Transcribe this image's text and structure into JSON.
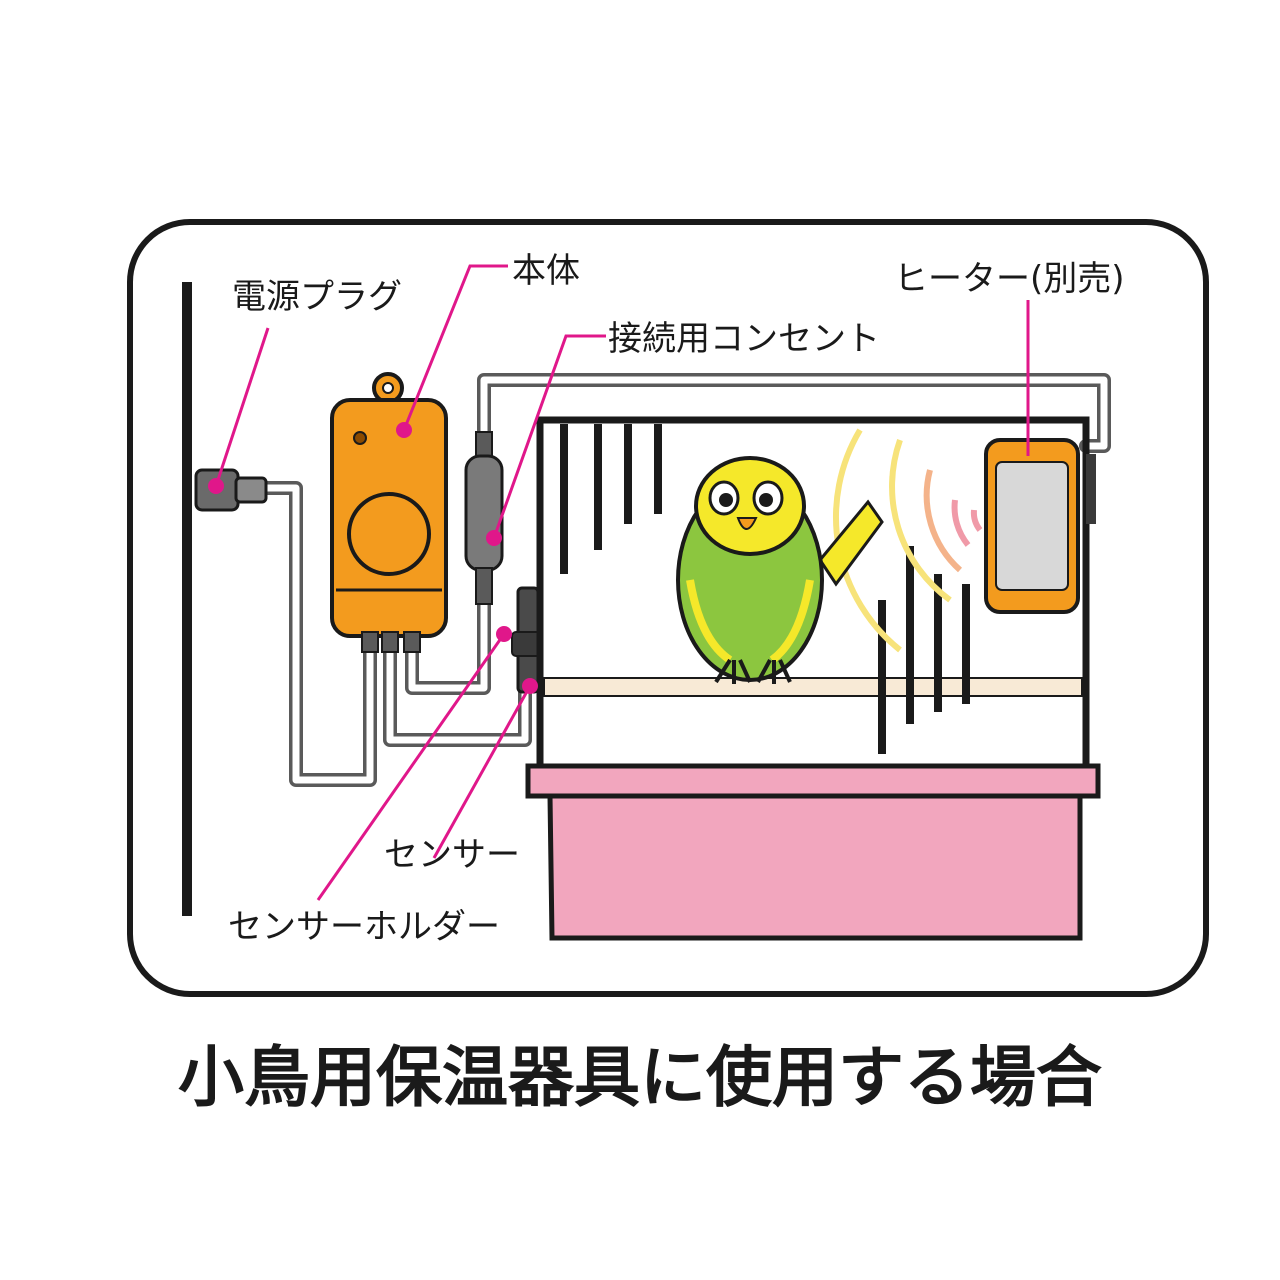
{
  "labels": {
    "power_plug": "電源プラグ",
    "main_unit": "本体",
    "connection_outlet": "接続用コンセント",
    "heater": "ヒーター(別売)",
    "sensor": "センサー",
    "sensor_holder": "センサーホルダー"
  },
  "caption": "小鳥用保温器具に使用する場合",
  "colors": {
    "leader": "#e0178a",
    "unit": "#f39b1e",
    "tray": "#f2a6be",
    "bird": "#8cc63f",
    "bird_face": "#f5e82a"
  }
}
